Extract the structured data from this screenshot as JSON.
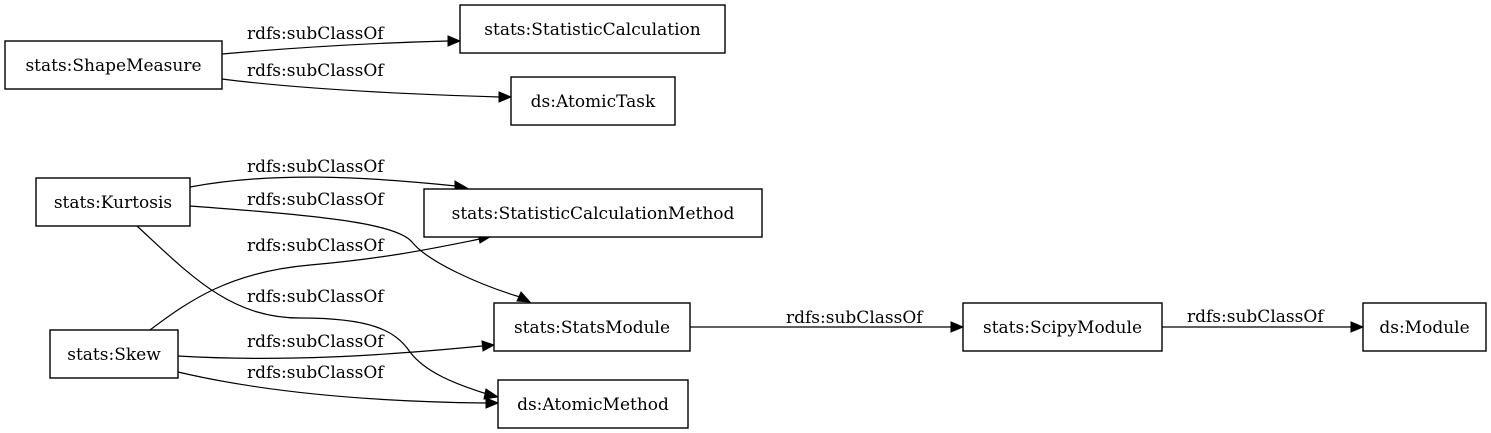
{
  "nodes": {
    "shape_measure": "stats:ShapeMeasure",
    "statistic_calculation": "stats:StatisticCalculation",
    "atomic_task": "ds:AtomicTask",
    "kurtosis": "stats:Kurtosis",
    "statistic_calculation_method": "stats:StatisticCalculationMethod",
    "skew": "stats:Skew",
    "stats_module": "stats:StatsModule",
    "atomic_method": "ds:AtomicMethod",
    "scipy_module": "stats:ScipyModule",
    "module": "ds:Module"
  },
  "edges": [
    {
      "from": "shape_measure",
      "to": "statistic_calculation",
      "label": "rdfs:subClassOf"
    },
    {
      "from": "shape_measure",
      "to": "atomic_task",
      "label": "rdfs:subClassOf"
    },
    {
      "from": "kurtosis",
      "to": "statistic_calculation_method",
      "label": "rdfs:subClassOf"
    },
    {
      "from": "kurtosis",
      "to": "stats_module",
      "label": "rdfs:subClassOf"
    },
    {
      "from": "skew",
      "to": "statistic_calculation_method",
      "label": "rdfs:subClassOf"
    },
    {
      "from": "kurtosis",
      "to": "atomic_method",
      "label": "rdfs:subClassOf"
    },
    {
      "from": "skew",
      "to": "stats_module",
      "label": "rdfs:subClassOf"
    },
    {
      "from": "skew",
      "to": "atomic_method",
      "label": "rdfs:subClassOf"
    },
    {
      "from": "stats_module",
      "to": "scipy_module",
      "label": "rdfs:subClassOf"
    },
    {
      "from": "scipy_module",
      "to": "module",
      "label": "rdfs:subClassOf"
    }
  ]
}
